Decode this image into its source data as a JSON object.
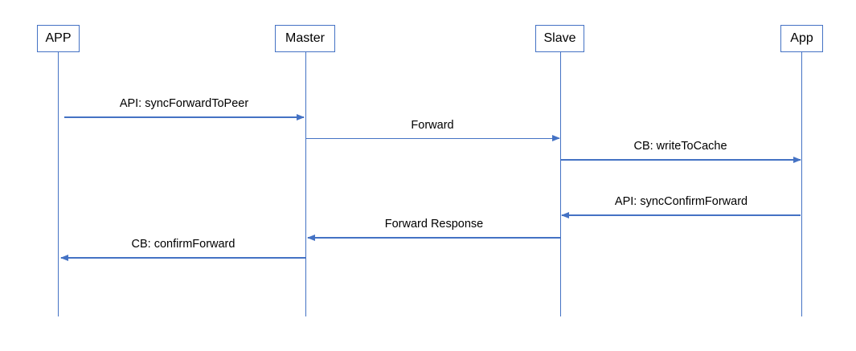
{
  "diagram": {
    "type": "sequence-diagram",
    "colors": {
      "line": "#4472C4",
      "text": "#000000",
      "background": "#FFFFFF"
    },
    "actors": [
      {
        "id": "app-left",
        "label": "APP"
      },
      {
        "id": "master",
        "label": "Master"
      },
      {
        "id": "slave",
        "label": "Slave"
      },
      {
        "id": "app-right",
        "label": "App"
      }
    ],
    "messages": [
      {
        "label": "API: syncForwardToPeer",
        "from": "APP",
        "to": "Master",
        "direction": "right"
      },
      {
        "label": "Forward",
        "from": "Master",
        "to": "Slave",
        "direction": "right"
      },
      {
        "label": "CB: writeToCache",
        "from": "Slave",
        "to": "App",
        "direction": "right"
      },
      {
        "label": "API: syncConfirmForward",
        "from": "App",
        "to": "Slave",
        "direction": "left"
      },
      {
        "label": "Forward Response",
        "from": "Slave",
        "to": "Master",
        "direction": "left"
      },
      {
        "label": "CB: confirmForward",
        "from": "Master",
        "to": "APP",
        "direction": "left"
      }
    ]
  }
}
